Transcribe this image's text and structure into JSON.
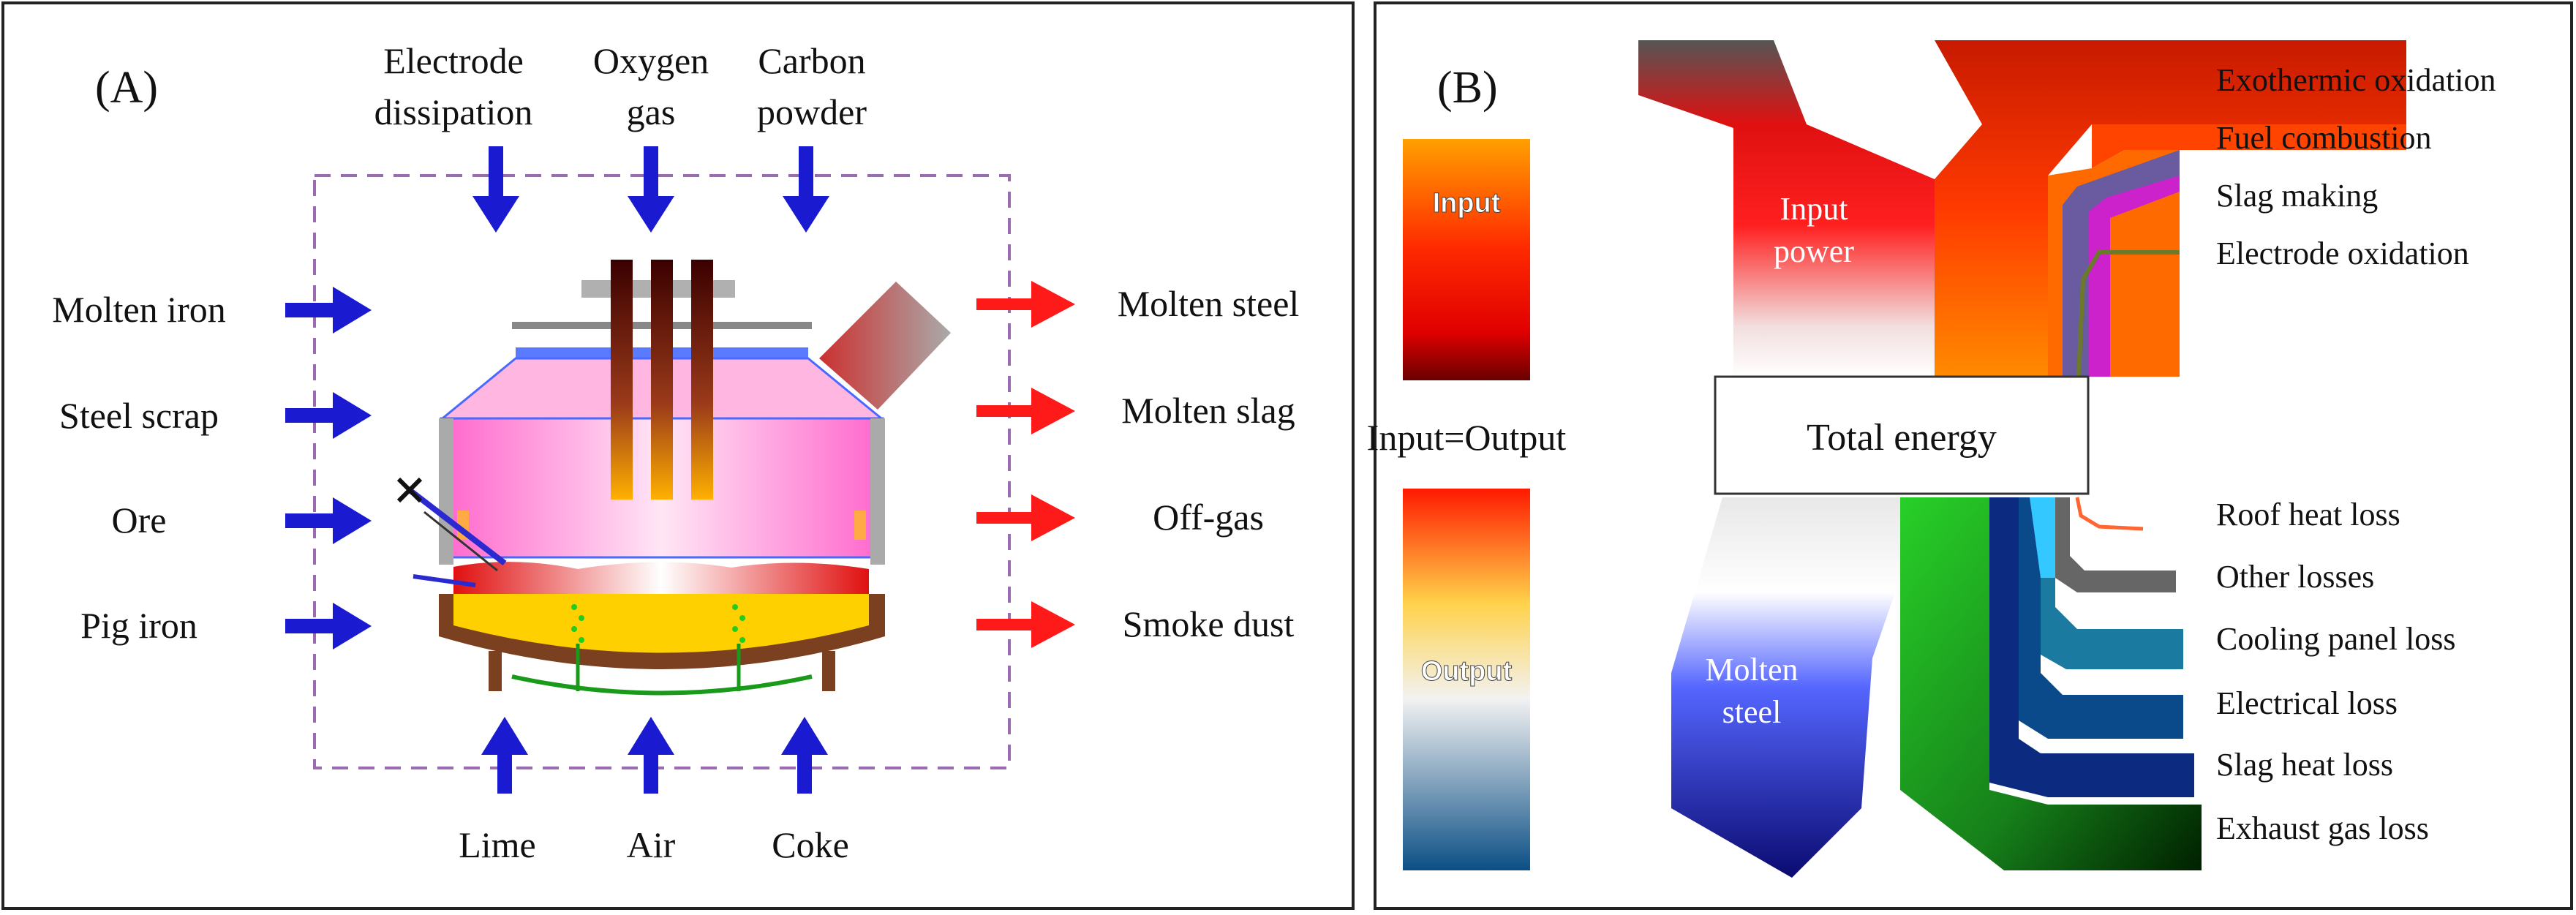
{
  "panel_a": {
    "letter": "(A)",
    "top_inputs": [
      {
        "line1": "Electrode",
        "line2": "dissipation"
      },
      {
        "line1": "Oxygen",
        "line2": "gas"
      },
      {
        "line1": "Carbon",
        "line2": "powder"
      }
    ],
    "left_inputs": [
      "Molten iron",
      "Steel scrap",
      "Ore",
      "Pig iron"
    ],
    "right_outputs": [
      "Molten steel",
      "Molten slag",
      "Off-gas",
      "Smoke dust"
    ],
    "bottom_inputs": [
      "Lime",
      "Air",
      "Coke"
    ],
    "colors": {
      "input_arrow": "#1a1ad0",
      "output_arrow": "#ff1a1a",
      "boundary": "#9a6bb0"
    }
  },
  "panel_b": {
    "letter": "(B)",
    "legend_input": "Input",
    "legend_equal": "Input=Output",
    "legend_output": "Output",
    "center": "Total energy",
    "input_power": {
      "line1": "Input",
      "line2": "power"
    },
    "molten_steel": {
      "line1": "Molten",
      "line2": "steel"
    },
    "top_right": [
      "Exothermic oxidation",
      "Fuel combustion",
      "Slag making",
      "Electrode oxidation"
    ],
    "bottom_right": [
      "Roof heat loss",
      "Other losses",
      "Cooling panel loss",
      "Electrical loss",
      "Slag heat loss",
      "Exhaust gas loss"
    ]
  }
}
